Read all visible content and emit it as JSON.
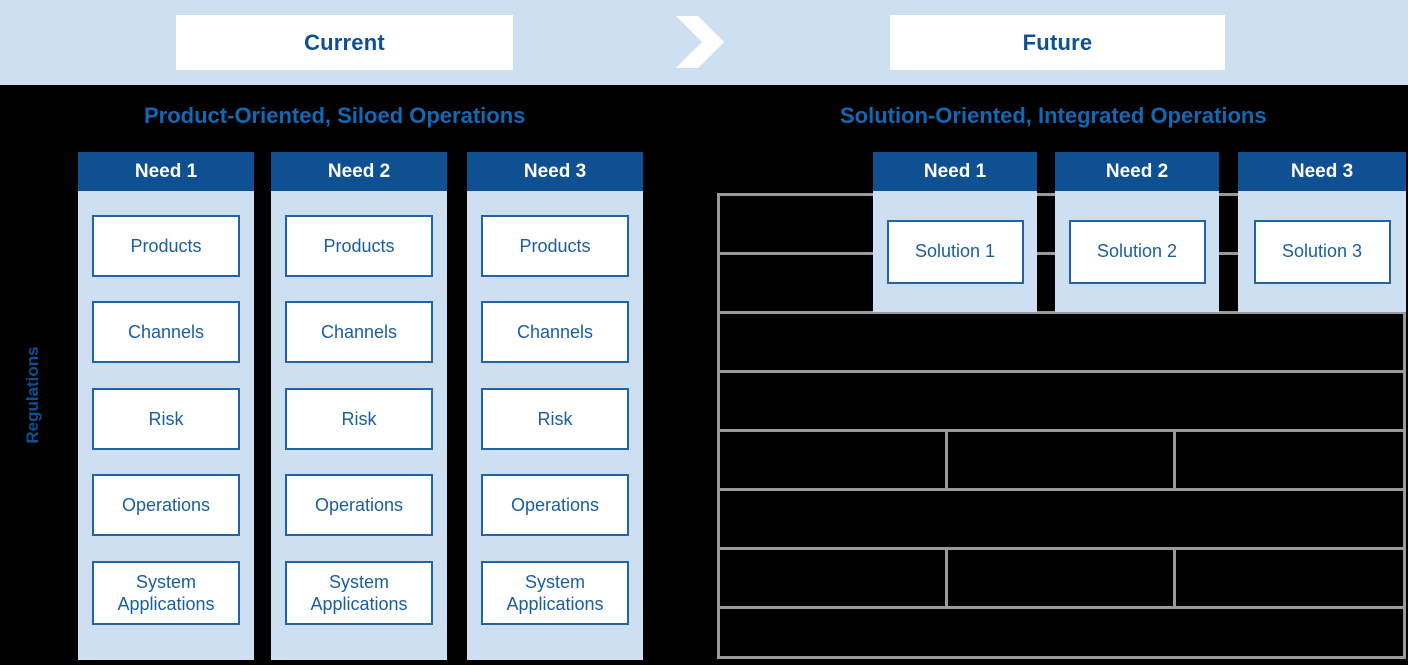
{
  "header": {
    "current_label": "Current",
    "future_label": "Future",
    "arrow_icon": "chevron-right-icon",
    "band_color": "#cedff2",
    "accent_color": "#0e5091"
  },
  "captions": {
    "left": "Product-Oriented, Siloed Operations",
    "right": "Solution-Oriented, Integrated Operations",
    "color": "#1268b3"
  },
  "side_label": {
    "text": "Regulations"
  },
  "current": {
    "columns": [
      {
        "header": "Need 1",
        "items": [
          "Products",
          "Channels",
          "Risk",
          "System\nApplications",
          "Operations"
        ],
        "rows": [
          "Products",
          "Channels",
          "Risk",
          "Operations",
          "System Applications"
        ]
      },
      {
        "header": "Need 2",
        "rows": [
          "Products",
          "Channels",
          "Risk",
          "Operations",
          "System Applications"
        ]
      },
      {
        "header": "Need 3",
        "rows": [
          "Products",
          "Channels",
          "Risk",
          "Operations",
          "System Applications"
        ]
      }
    ],
    "row_labels": [
      "Products",
      "Channels",
      "Risk",
      "Operations",
      "System Applications"
    ]
  },
  "future": {
    "columns": [
      {
        "header": "Need 1",
        "solution": "Solution 1"
      },
      {
        "header": "Need 2",
        "solution": "Solution 2"
      },
      {
        "header": "Need 3",
        "solution": "Solution 3"
      }
    ],
    "grid": {
      "line_color": "#9a9a9a",
      "background": "#000000",
      "rows": [
        {
          "cells": 1
        },
        {
          "cells": 1
        },
        {
          "cells": 1
        },
        {
          "cells": 1
        },
        {
          "cells": 3
        },
        {
          "cells": 1
        },
        {
          "cells": 3
        },
        {
          "cells": 1
        }
      ]
    }
  },
  "colors": {
    "dark_blue": "#0e5091",
    "light_blue": "#cedff2",
    "box_border": "#1f64a5",
    "text_blue": "#1a5e9e",
    "grid_gray": "#9a9a9a",
    "background": "#000000",
    "white": "#ffffff"
  }
}
